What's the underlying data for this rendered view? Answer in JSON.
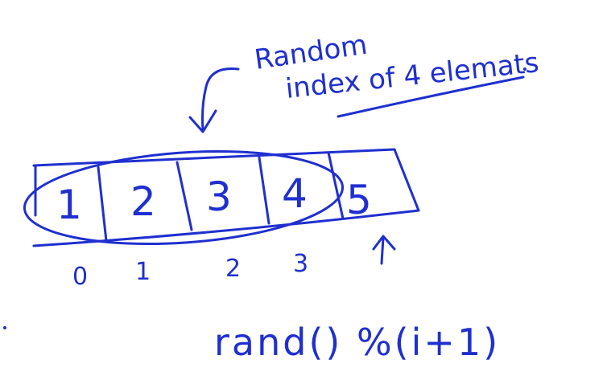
{
  "annotation": {
    "line1": "Random",
    "line2": "index of 4 elemats"
  },
  "array": {
    "cells": [
      "1",
      "2",
      "3",
      "4",
      "5"
    ],
    "indices": [
      "0",
      "1",
      "2",
      "3"
    ],
    "highlighted_count": 4
  },
  "formula": "rand() %(i+1)",
  "colors": {
    "ink": "#1f2fd0",
    "background": "#ffffff"
  },
  "icons": {
    "curved_arrow": "curved-down-arrow-icon",
    "up_arrow": "up-arrow-icon"
  }
}
